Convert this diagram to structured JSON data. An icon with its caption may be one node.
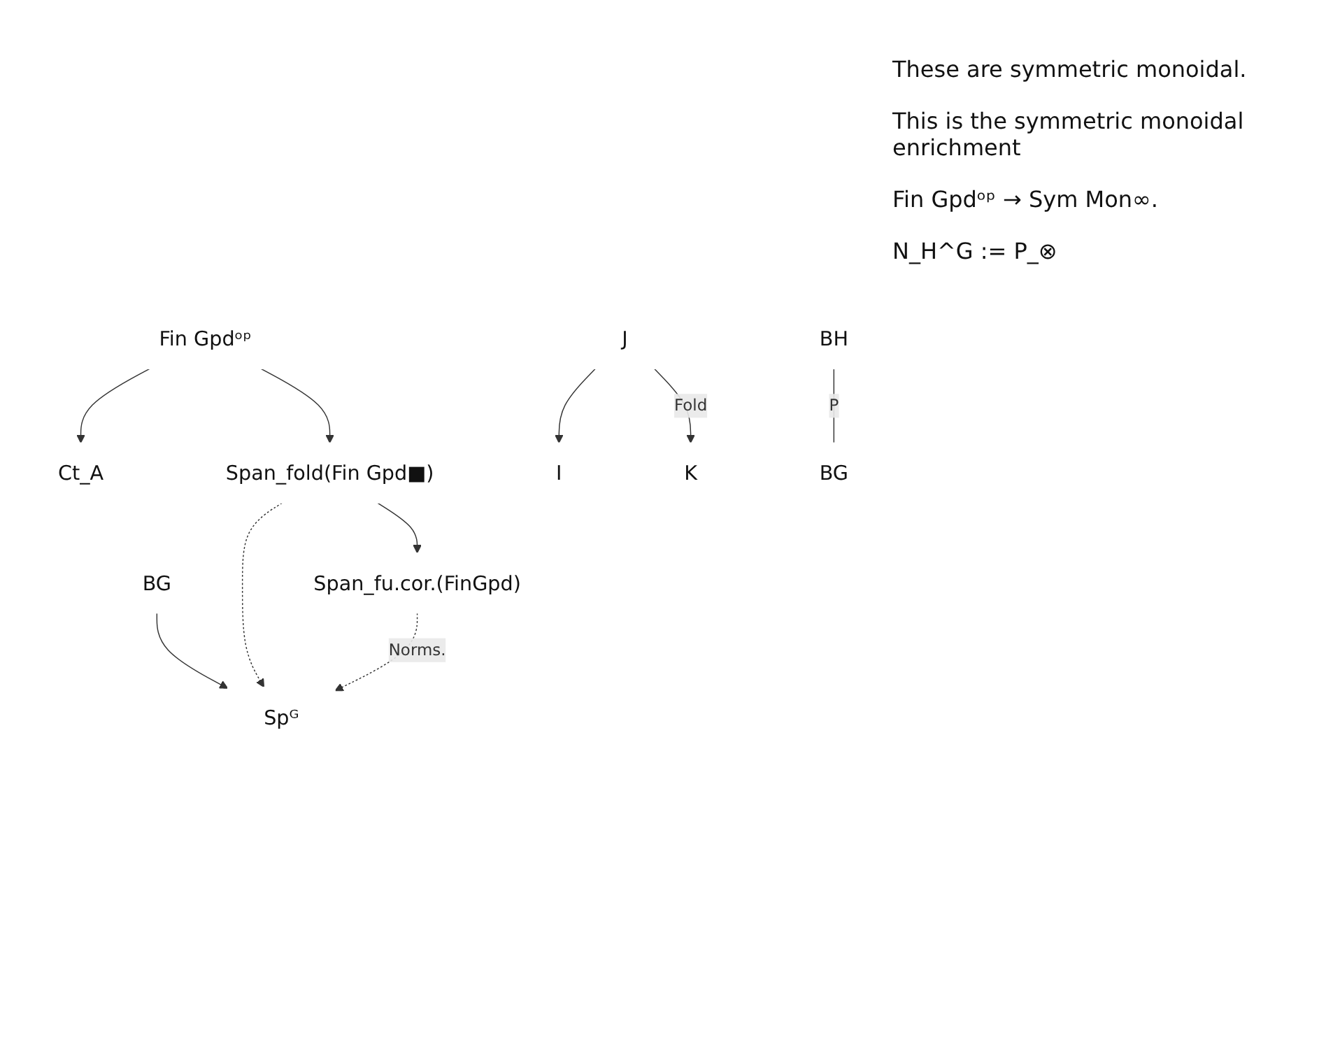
{
  "diagram": {
    "nodes": [
      {
        "text": [
          "Fin Gpdᵒᵖ"
        ]
      },
      {
        "text": [
          "Ct_A"
        ]
      },
      {
        "text": [
          "BG"
        ]
      },
      {
        "text": [
          "Spᴳ"
        ]
      },
      {
        "text": [
          "Span_fold(Fin Gpd■)"
        ]
      },
      {
        "text": [
          "J"
        ]
      },
      {
        "text": [
          "I"
        ]
      },
      {
        "text": [
          "K"
        ]
      },
      {
        "text": [
          "Span_fu.cor.(FinGpd)"
        ]
      },
      {
        "text": [
          "BH"
        ]
      },
      {
        "text": [
          "BG"
        ]
      }
    ],
    "edges": [
      {
        "from": 0,
        "to": 1,
        "arrow": "to"
      },
      {
        "from": 2,
        "to": 3,
        "arrow": "to"
      },
      {
        "from": 0,
        "to": 4,
        "arrow": "to"
      },
      {
        "from": 4,
        "to": 3,
        "arrow": "to",
        "style": "dashed"
      },
      {
        "from": 5,
        "to": 6,
        "arrow": "to"
      },
      {
        "from": 5,
        "to": 7,
        "label": "Fold",
        "arrow": "to"
      },
      {
        "from": 4,
        "to": 8,
        "arrow": "to"
      },
      {
        "from": 8,
        "to": 3,
        "label": "Norms.",
        "arrow": "to",
        "style": "dashed"
      },
      {
        "from": 9,
        "to": 10,
        "label": "P",
        "arrow": "none"
      }
    ],
    "labels": [
      "These are symmetric monoidal.",
      "This is the symmetric monoidal enrichment",
      "Fin Gpdᵒᵖ → Sym Mon∞.",
      "N_H^G := P_⊗"
    ]
  }
}
